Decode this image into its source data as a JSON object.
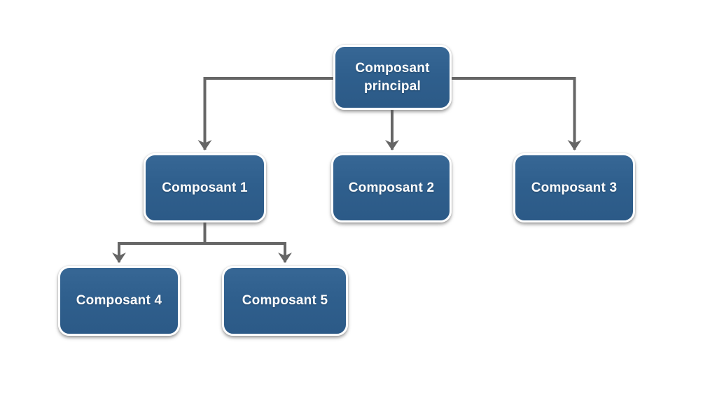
{
  "diagram": {
    "type": "org-tree",
    "background_color": "#ffffff",
    "node_fill_color": "#2f5f8d",
    "node_border_color": "#ffffff",
    "node_text_color": "#ffffff",
    "connector_color": "#666666",
    "nodes": {
      "principal": {
        "label": "Composant principal",
        "level": 0
      },
      "c1": {
        "label": "Composant 1",
        "level": 1
      },
      "c2": {
        "label": "Composant 2",
        "level": 1
      },
      "c3": {
        "label": "Composant 3",
        "level": 1
      },
      "c4": {
        "label": "Composant 4",
        "level": 2
      },
      "c5": {
        "label": "Composant 5",
        "level": 2
      }
    },
    "edges": [
      {
        "from": "principal",
        "to": "c1"
      },
      {
        "from": "principal",
        "to": "c2"
      },
      {
        "from": "principal",
        "to": "c3"
      },
      {
        "from": "c1",
        "to": "c4"
      },
      {
        "from": "c1",
        "to": "c5"
      }
    ]
  }
}
